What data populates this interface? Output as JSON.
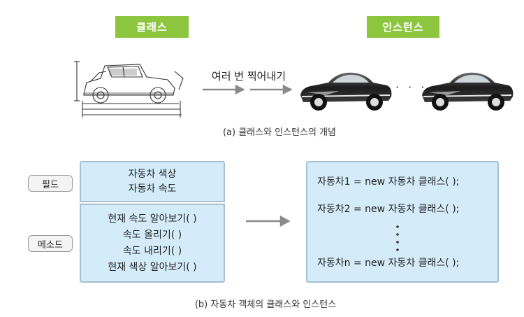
{
  "top": {
    "class_label": "클래스",
    "instance_label": "인스턴스",
    "copy_label": "여러 번 찍어내기",
    "ellipsis": "· · ·",
    "caption": "(a) 클래스와 인스턴스의 개념"
  },
  "bottom": {
    "field_label": "필드",
    "method_label": "메소드",
    "fields": [
      "자동차 색상",
      "자동차 속도"
    ],
    "methods": [
      "현재 속도 알아보기( )",
      "속도 올리기( )",
      "속도 내리기( )",
      "현재 색상 알아보기( )"
    ],
    "instances": [
      "자동차1 = new 자동차 클래스( );",
      "자동차2 = new 자동차 클래스( );",
      "자동차n = new 자동차 클래스( );"
    ],
    "caption": "(b) 자동차 객체의 클래스와 인스턴스"
  },
  "colors": {
    "tag_green": "#8cc63f",
    "box_fill": "#d4ecfa",
    "box_border": "#a7c0cf",
    "arrow_gray": "#8a8a8a"
  }
}
